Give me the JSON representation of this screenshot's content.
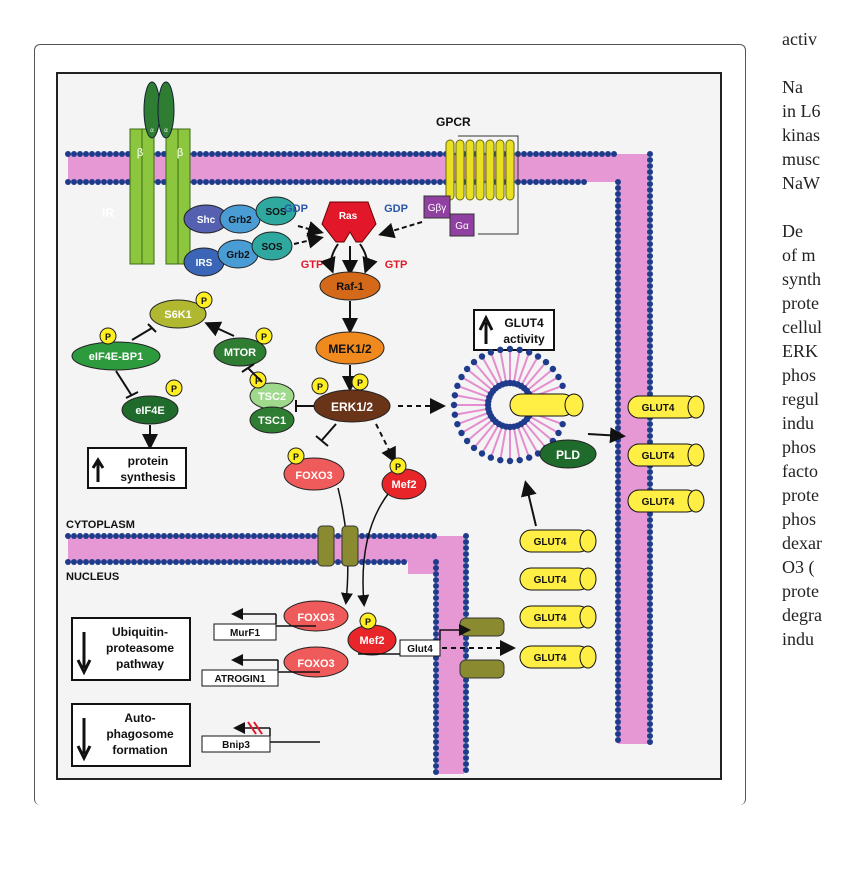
{
  "colors": {
    "membrane_head": "#1f3b8c",
    "membrane_tail": "#e48ed0",
    "ras": "#e2182a",
    "raf": "#d4691a",
    "mek": "#f08a1e",
    "erk": "#6a3418",
    "receptor_green": "#8cc63f",
    "dark_green": "#2e7d32",
    "light_green": "#9fd98b",
    "glut4": "#ffee44",
    "gpcr": "#e8e020",
    "foxo": "#ef5a5a",
    "mef2": "#e8262a",
    "olive": "#8a8a30",
    "phospho": "#ffee22",
    "purple": "#9040a0"
  },
  "diagram": {
    "ir_label": "IR",
    "gpcr_label": "GPCR",
    "beta1": "β",
    "beta2": "β",
    "alpha_text": "α",
    "shc": "Shc",
    "grb2_a": "Grb2",
    "grb2_b": "Grb2",
    "sos_a": "SOS",
    "sos_b": "SOS",
    "irs": "IRS",
    "gdp_left": "GDP",
    "gdp_right": "GDP",
    "gtp_left": "GTP",
    "gtp_right": "GTP",
    "ras": "Ras",
    "g_beta_gamma": "Gβγ",
    "g_alpha": "Gα",
    "raf1": "Raf-1",
    "mek": "MEK1/2",
    "erk": "ERK1/2",
    "s6k1": "S6K1",
    "mtor": "MTOR",
    "eif4ebp1": "eIF4E-BP1",
    "eif4e": "eIF4E",
    "tsc2": "TSC2",
    "tsc1": "TSC1",
    "p": "P",
    "protein_synthesis_line1": "protein",
    "protein_synthesis_line2": "synthesis",
    "glut4_activity_line1": "GLUT4",
    "glut4_activity_line2": "activity",
    "pld": "PLD",
    "glut4": "GLUT4",
    "foxo3": "FOXO3",
    "mef2": "Mef2",
    "cytoplasm": "CYTOPLASM",
    "nucleus": "NUCLEUS",
    "murf1": "MurF1",
    "atrogin1": "ATROGIN1",
    "glut4_gene": "Glut4",
    "bnip3": "Bnip3",
    "ubiq_line1": "Ubiquitin-",
    "ubiq_line2": "proteasome",
    "ubiq_line3": "pathway",
    "auto_line1": "Auto-",
    "auto_line2": "phagosome",
    "auto_line3": "formation"
  },
  "side_text": [
    "activ",
    "",
    "Na",
    "in L6",
    "kinas",
    "musc",
    "NaW",
    "",
    "De",
    "of m",
    "synth",
    "prote",
    "cellul",
    "ERK",
    "phos",
    "regul",
    "indu",
    "phos",
    "facto",
    "prote",
    "phos",
    "dexar",
    "O3 (",
    "prote",
    "degra",
    "indu"
  ]
}
